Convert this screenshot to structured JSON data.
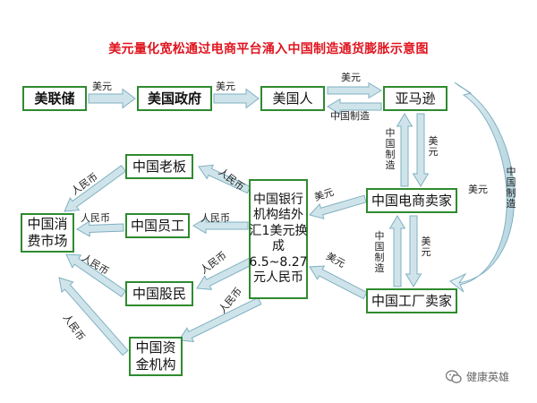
{
  "title": "美元量化宽松通过电商平台涌入中国制造通货膨胀示意图",
  "nodes": {
    "fed": "美联储",
    "us_gov": "美国政府",
    "us_people": "美国人",
    "amazon": "亚马逊",
    "cn_boss": "中国老板",
    "cn_market": "中国消费市场",
    "cn_staff": "中国员工",
    "cn_bank": "中国银行机构结外汇1美元换成6.5~8.27元人民币",
    "cn_ecom": "中国电商卖家",
    "cn_investor": "中国股民",
    "cn_factory": "中国工厂卖家",
    "cn_capital": "中国资金机构"
  },
  "labels": {
    "usd": "美元",
    "rmb": "人民币",
    "made_in_china": "中国制造"
  },
  "watermark": "健康英雄",
  "colors": {
    "title": "#e0141e",
    "box_border": "#2f8a2f",
    "arrow_fill": "#cfe4ea",
    "arrow_stroke": "#7fb0c2"
  }
}
